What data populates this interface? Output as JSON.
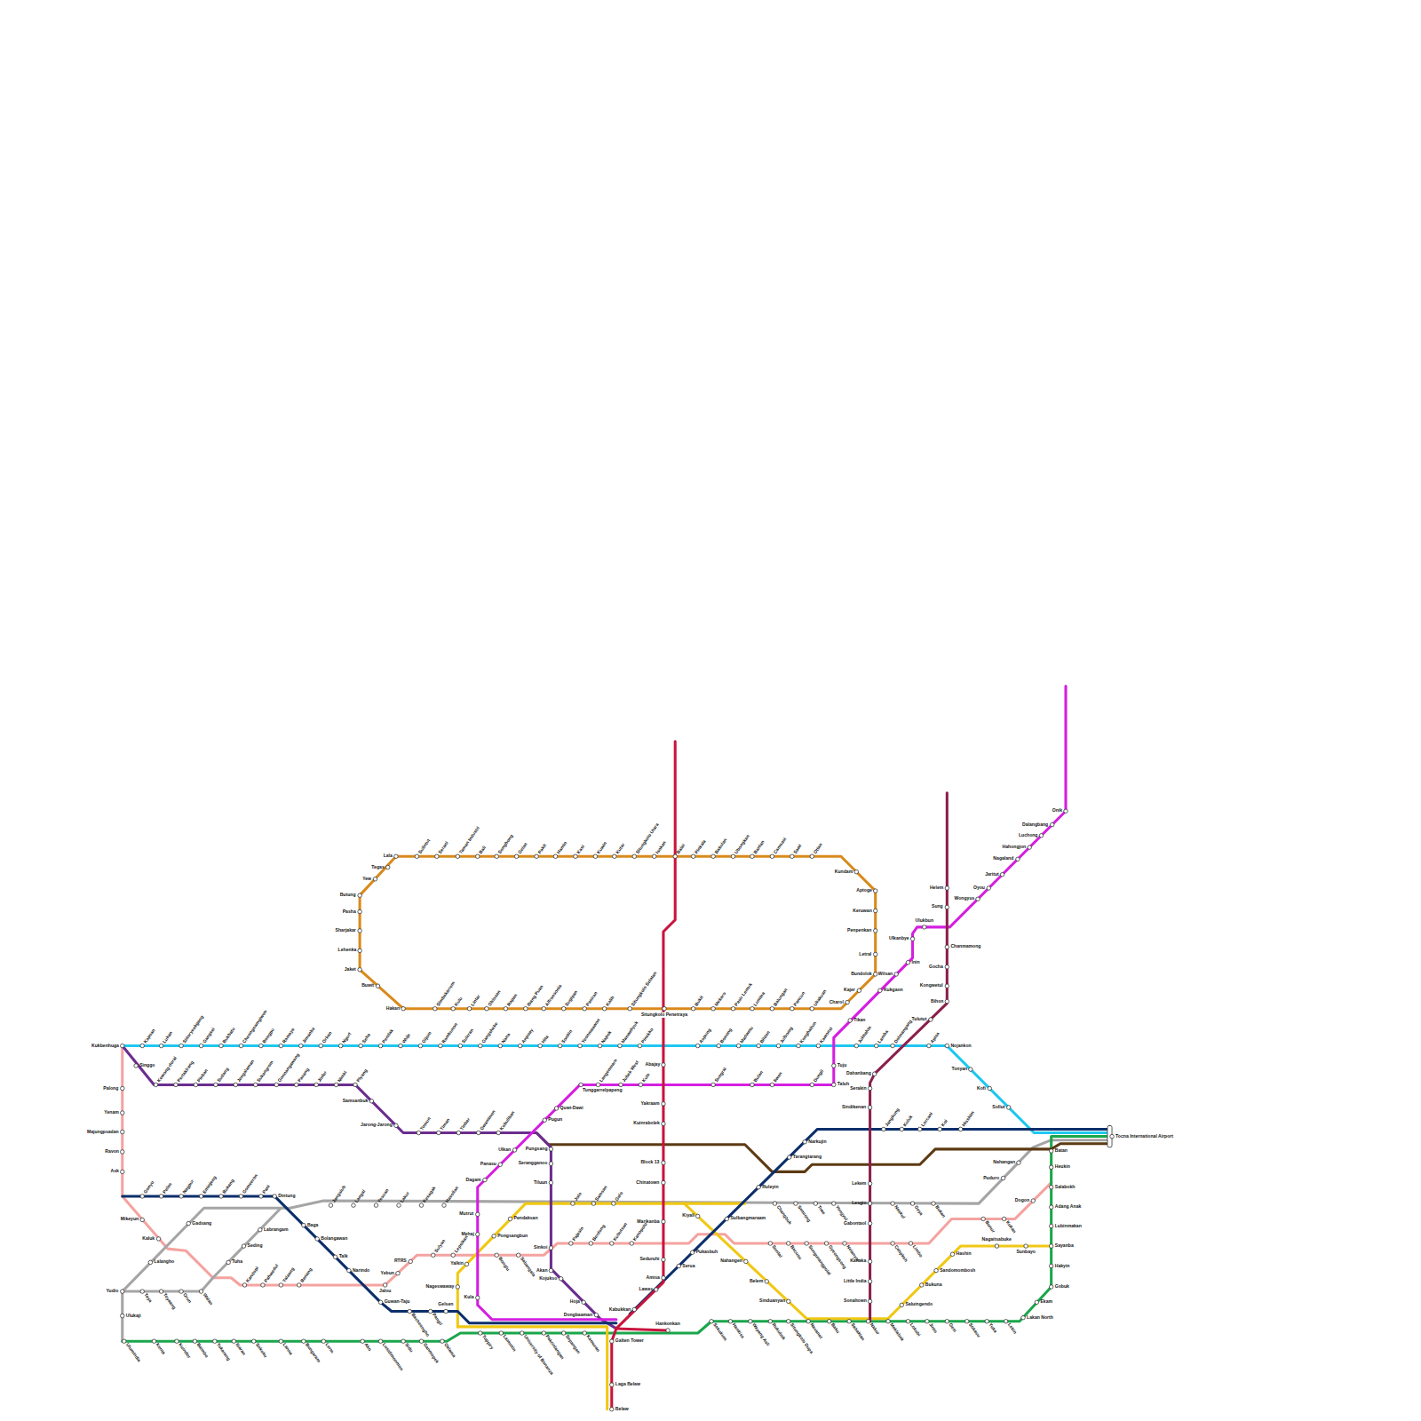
{
  "diagram": {
    "labels": [
      "Lala",
      "Tegas",
      "Yew",
      "Butung",
      "Pasha",
      "Sharjakar",
      "Lehenka",
      "Jaket",
      "Buwit",
      "Hakan",
      "Sulintut",
      "Serani",
      "Taman Industri",
      "Bali",
      "Songbong",
      "Gelan",
      "Pakit",
      "Hamin",
      "Kasi",
      "Kuwin",
      "Kutar",
      "Situngkolo Utara",
      "Isokan",
      "Balai",
      "Pinkala",
      "Bakulan",
      "Ubongkan",
      "Banlan",
      "Camsasi",
      "Sawi",
      "Ottan",
      "Kundam",
      "Aptoge",
      "Keruwan",
      "Penpenkan",
      "Letral",
      "Bundolok",
      "Kajer",
      "Charol",
      "Simbakarrem",
      "Kulu",
      "Lintar",
      "Oblosan",
      "Rapan",
      "Ibang Puan",
      "Alfronsonia",
      "Sugipan",
      "Pasiran",
      "Kalih",
      "Situngkolo Selatan",
      "Situngkolo Penetraya",
      "Bukit",
      "Mekaro",
      "Pasir Lemuk",
      "Lumina",
      "Balungan",
      "Pancun",
      "Ukakuan",
      "Abajay",
      "Yakraam",
      "Kuinrabolek",
      "Block 13",
      "Chinatown",
      "Marikanba",
      "Seduruhi",
      "Amisa",
      "Lawas",
      "Kabukkan",
      "Hankonkan",
      "Galten Tower",
      "Laga Belaw",
      "Belaw",
      "Helem",
      "Sung",
      "Chanmamong",
      "Gocha",
      "Kongwetul",
      "Bihon",
      "Tulutut",
      "Dahanbang",
      "Serakin",
      "Sindikenan",
      "Lekem",
      "Gabontaol",
      "Kanaka",
      "Little India",
      "Sonaltown",
      "Onik",
      "Dalangbang",
      "Luchong",
      "Hahongjon",
      "Nagaland",
      "Jaritut",
      "Oyou",
      "Wongyus",
      "Ulukbun",
      "Ulkanbye",
      "Inin",
      "Wilsan",
      "Kukgaon",
      "Tikan",
      "Tuju",
      "Taluh",
      "Sungrai",
      "Bulan",
      "Ilwen",
      "Dungil",
      "Langenmarn",
      "Jubek West",
      "Kule",
      "Tunggarrelpapeng",
      "Quwi-Dawi",
      "Pugun",
      "Ulkan",
      "Panasu",
      "Dagam",
      "Mutrut",
      "Mehaj",
      "Kula",
      "Kukbenhuga",
      "Kapsan",
      "Lukan",
      "Sidoryeokgang",
      "Gangsei",
      "Bukbatu",
      "Cheongnamgiwon",
      "Bongpu",
      "Ramaya",
      "Jimanbe",
      "Orkan",
      "Ngurt",
      "Seha",
      "Pendak",
      "Wuje",
      "Gijom",
      "Rambunon",
      "Suleran",
      "Gangsheke",
      "Nana",
      "Anpoay",
      "Hita",
      "Sonkin",
      "Yeonmaawon",
      "Napok",
      "Manwehyuk",
      "Pinekko",
      "Aspung",
      "Bonong",
      "Madwetu",
      "Bilden",
      "Julbomg",
      "Konghaltun",
      "Kawonsi",
      "Jukhahin",
      "Lamba",
      "Dolmangang",
      "Apisa",
      "Nojankon",
      "Tonyan",
      "Kofi",
      "Sollut",
      "Tocna International Airport",
      "Singgo",
      "Kewong-dorai",
      "Pertakirang",
      "Pinkan",
      "Sudang",
      "Jengalaman",
      "Sukangrom",
      "Gonnangawang",
      "Pasang",
      "Jinfer",
      "Nimki",
      "Piyang",
      "Samsanbuk",
      "Jarong-Jarong",
      "Tomun",
      "Timan",
      "Tinbar",
      "Gwaminon",
      "Kobuliban",
      "Pungsang",
      "Serangganoo",
      "Tiluun",
      "Sinkoi",
      "Akan",
      "Kojukso",
      "Hoja",
      "Dongbaaman",
      "Palong",
      "Yenam",
      "Majungpsadan",
      "Ravon",
      "Ask",
      "Mikeyun",
      "Kaluk",
      "Kandopi",
      "Pahwedul",
      "Yalaang",
      "Benang",
      "Jalou",
      "Yebun",
      "RTRS",
      "Sulyan",
      "Lepsikan",
      "Bonglu",
      "Sabangala",
      "Pajasin",
      "Berdong",
      "Kubutsan",
      "Kanopolo",
      "Suntal",
      "Bacusu",
      "Sungunangpolal",
      "Gyeongsong",
      "Nelanyal",
      "Cahpkeh",
      "Limbo",
      "Bunur",
      "Kukan",
      "Dogon",
      "Gonyo",
      "Pelim",
      "Nagpur",
      "Eminjeng",
      "Bukang",
      "Gomeeron",
      "Pani",
      "Dintung",
      "Baga",
      "Bolangawan",
      "Talk",
      "Narindo",
      "Guwan-Taju",
      "Bacheongho",
      "Pangil",
      "Gelsen",
      "Sulbangmaraam",
      "Pukasbuh",
      "Serua",
      "Ruleyin",
      "Tarangtarang",
      "Narkujin",
      "Jangkung",
      "Kuluk",
      "Lorcani",
      "Koi",
      "Hisshim",
      "Yudio",
      "Ulukaji",
      "Lalangho",
      "Gadsang",
      "Tuha",
      "Seding",
      "Labrangam",
      "Taya",
      "Toyaang",
      "Orun",
      "Walan",
      "Jangsiub",
      "Langal",
      "Yesuan",
      "Lakur",
      "Kesagak",
      "Hasolian",
      "Changbuk",
      "Semiong",
      "Tiwe",
      "Yongyul",
      "Lesgio",
      "Naskul",
      "Geya",
      "Bukan",
      "Puduro",
      "Nahangan",
      "Pendaksan",
      "Pongsangbun",
      "Yalkin",
      "Nageswaway",
      "Kiyali",
      "Nahangen",
      "Belem",
      "Sinduanyan",
      "Saluingendo",
      "Bukuna",
      "Sandomombosh",
      "Hashin",
      "Nagaitsabuke",
      "Sunbayo",
      "Jolo",
      "Samsan",
      "Galo",
      "Batan",
      "Heukin",
      "Salabokh",
      "Adang Anak",
      "Lubinmakan",
      "Sayanba",
      "Hakyin",
      "Gobuk",
      "Ekam",
      "Lakan North",
      "Sekukum",
      "Hankiss",
      "Wayang Asli",
      "Rukubok",
      "Situngkolo Dupa",
      "Navanat",
      "Baku",
      "Sabaktan",
      "Nakur",
      "Meklabok",
      "Lokubi",
      "Jinto",
      "Gesi",
      "Sokavu",
      "Yuka",
      "Lekin",
      "Ulumindia",
      "Kenta",
      "Kuindor",
      "Baimbo",
      "Tukarang",
      "Ibaran",
      "Sokoku",
      "Lanna",
      "Bungaram",
      "Lerm",
      "Ako",
      "Lusidimonmon",
      "Sidu",
      "Ganmopek",
      "Oklama",
      "Tuppiry",
      "Laimotin",
      "University of Bonanza",
      "Pakrinlangan",
      "Sepangan",
      "Kamuran"
    ]
  }
}
